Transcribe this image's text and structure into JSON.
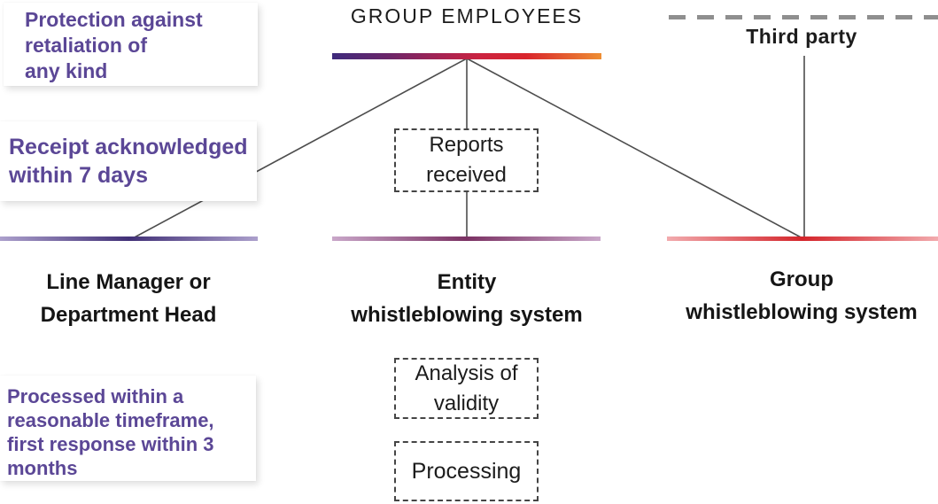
{
  "header": {
    "group_employees": "GROUP EMPLOYEES",
    "third_party": "Third party"
  },
  "annotations": {
    "protection": "Protection against\nretaliation of\nany kind",
    "receipt": "Receipt acknowledged\nwithin 7 days",
    "processing_time": "Processed within a\nreasonable timeframe,\nfirst response within 3\nmonths"
  },
  "process_boxes": {
    "reports_received": "Reports\nreceived",
    "analysis_of_validity": "Analysis of\nvalidity",
    "processing": "Processing"
  },
  "channels": [
    {
      "label": "Line Manager or\nDepartment Head"
    },
    {
      "label": "Entity\nwhistleblowing system"
    },
    {
      "label": "Group\nwhistleblowing system"
    }
  ],
  "colors": {
    "purple_text": "#5b4796",
    "connector_line": "#4d4d4d",
    "dashed_gray_line": "#8f8f8f",
    "top_bar_gradient": [
      "#3e2a7c",
      "#a52353",
      "#d9252c",
      "#ee8e33"
    ],
    "left_bar_gradient": [
      "#aca0cc",
      "#413077",
      "#aca0cc"
    ],
    "middle_bar_gradient": [
      "#c9a7c9",
      "#7b3163",
      "#c9a7c9"
    ],
    "right_bar_gradient": [
      "#f2abae",
      "#d4252b",
      "#f2abae"
    ]
  }
}
